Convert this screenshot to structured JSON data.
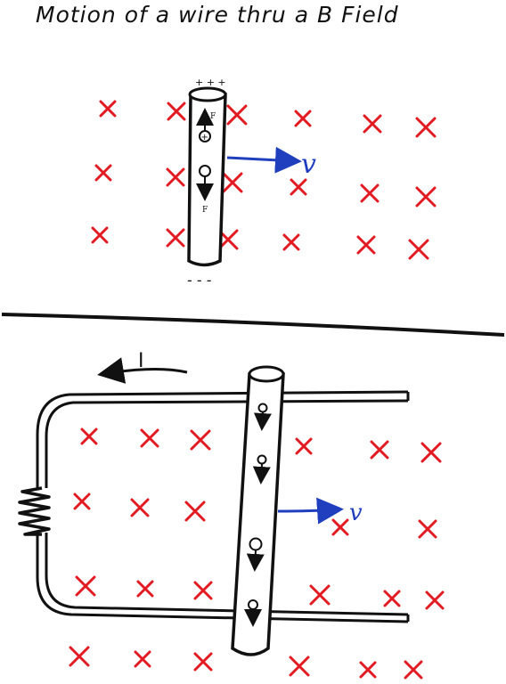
{
  "title": "Motion of a wire   thru a B Field",
  "top": {
    "top_charges": "+ + +",
    "bottom_charges": "- - -",
    "velocity_label": "v",
    "upper_particle_sign": "+",
    "upper_particle_force": "F",
    "lower_particle_force": "F"
  },
  "bottom": {
    "current_label": "I",
    "velocity_label": "v"
  },
  "colors": {
    "ink": "#111111",
    "field_marks": "#e21b23",
    "velocity": "#1f3fbf"
  },
  "field_symbol": "x-cross (B into page)"
}
